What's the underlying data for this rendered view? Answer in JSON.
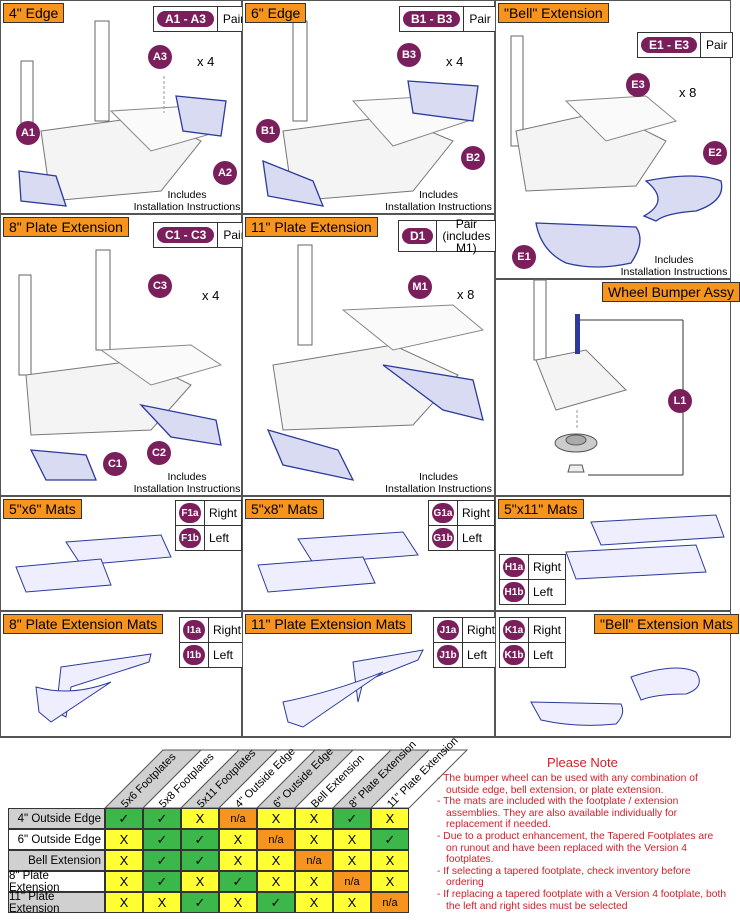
{
  "panels": {
    "p1": {
      "title": "4\" Edge",
      "pill": "A1 - A3",
      "pair": "Pair",
      "screw": "A3",
      "qty": "x 4",
      "parts": [
        "A1",
        "A2"
      ],
      "includes": "Includes\nInstallation Instructions"
    },
    "p2": {
      "title": "6\" Edge",
      "pill": "B1 - B3",
      "pair": "Pair",
      "screw": "B3",
      "qty": "x 4",
      "parts": [
        "B1",
        "B2"
      ],
      "includes": "Includes\nInstallation Instructions"
    },
    "p3": {
      "title": "\"Bell\" Extension",
      "pill": "E1 - E3",
      "pair": "Pair",
      "screw": "E3",
      "qty": "x 8",
      "parts": [
        "E2",
        "E1"
      ],
      "includes": "Includes\nInstallation Instructions"
    },
    "p4": {
      "title": "8\" Plate Extension",
      "pill": "C1 - C3",
      "pair": "Pair",
      "screw": "C3",
      "qty": "x 4",
      "parts": [
        "C2",
        "C1"
      ],
      "includes": "Includes\nInstallation Instructions"
    },
    "p5": {
      "title": "11\" Plate Extension",
      "pill": "D1",
      "pair": "Pair\n(includes M1)",
      "screw": "M1",
      "qty": "x 8",
      "includes": "Includes\nInstallation Instructions"
    },
    "p6": {
      "title": "Wheel Bumper Assy",
      "part": "L1"
    }
  },
  "mats": [
    {
      "title": "5\"x6\" Mats",
      "right": "F1a",
      "left": "F1b"
    },
    {
      "title": "5\"x8\" Mats",
      "right": "G1a",
      "left": "G1b"
    },
    {
      "title": "5\"x11\" Mats",
      "right": "H1a",
      "left": "H1b"
    },
    {
      "title": "8\" Plate Extension Mats",
      "right": "I1a",
      "left": "I1b"
    },
    {
      "title": "11\" Plate Extension Mats",
      "right": "J1a",
      "left": "J1b"
    },
    {
      "title": "\"Bell\" Extension Mats",
      "right": "K1a",
      "left": "K1b"
    }
  ],
  "side_labels": {
    "right": "Right",
    "left": "Left"
  },
  "compat": {
    "columns": [
      "5x6 Footplates",
      "5x8 Footplates",
      "5x11 Footplates",
      "4\" Outside Edge",
      "6\" Outside Edge",
      "Bell Extension",
      "8\" Plate Extension",
      "11\" Plate Extension"
    ],
    "rows": [
      {
        "label": "4\" Outside Edge",
        "cells": [
          "✓",
          "✓",
          "X",
          "n/a",
          "X",
          "X",
          "✓",
          "X"
        ]
      },
      {
        "label": "6\" Outside Edge",
        "cells": [
          "X",
          "✓",
          "✓",
          "X",
          "n/a",
          "X",
          "X",
          "✓"
        ]
      },
      {
        "label": "Bell Extension",
        "cells": [
          "X",
          "✓",
          "✓",
          "X",
          "X",
          "n/a",
          "X",
          "X"
        ]
      },
      {
        "label": "8\" Plate Extension",
        "cells": [
          "X",
          "✓",
          "X",
          "✓",
          "X",
          "X",
          "n/a",
          "X"
        ]
      },
      {
        "label": "11\" Plate Extension",
        "cells": [
          "X",
          "X",
          "✓",
          "X",
          "✓",
          "X",
          "X",
          "n/a"
        ]
      }
    ]
  },
  "note": {
    "title": "Please Note",
    "items": [
      "- The bumper wheel can be used with any combination of outside edge, bell extension, or plate extension.",
      "- The mats are included with the footplate / extension assemblies. They are also available individually for replacement if needed.",
      "- Due to a product enhancement, the Tapered Footplates are on runout and have been replaced with the Version 4 footplates.",
      "- If selecting a tapered footplate, check inventory before ordering",
      "- If replacing a tapered footplate with a Version 4 footplate, both the left and right sides must be selected"
    ]
  },
  "colors": {
    "accent": "#f7941d",
    "pill": "#7a1f5c",
    "part": "#2b3a9b",
    "yes": "#3cb84a",
    "no": "#ffff33",
    "na": "#f7941d",
    "note": "#d0202a"
  }
}
